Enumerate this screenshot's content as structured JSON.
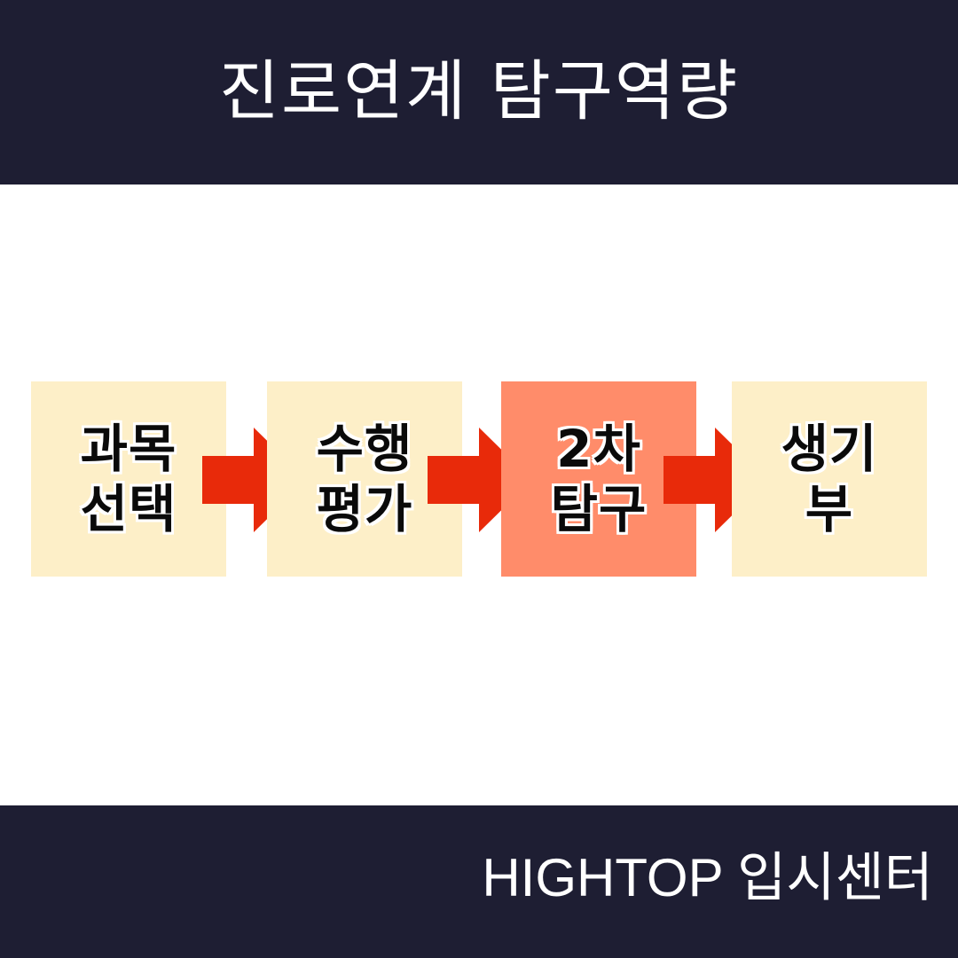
{
  "header": {
    "title": "진로연계 탐구역량"
  },
  "flow": {
    "steps": [
      {
        "label": "과목\n선택",
        "color": "#fdefc8",
        "highlight": false
      },
      {
        "label": "수행\n평가",
        "color": "#fdefc8",
        "highlight": false
      },
      {
        "label": "2차\n탐구",
        "color": "#ff8c6a",
        "highlight": true
      },
      {
        "label": "생기\n부",
        "color": "#fdefc8",
        "highlight": false
      }
    ],
    "arrow_color": "#e82a0a"
  },
  "footer": {
    "brand": "HIGHTOP 입시센터"
  },
  "colors": {
    "band": "#1e1e33",
    "background": "#ffffff"
  }
}
